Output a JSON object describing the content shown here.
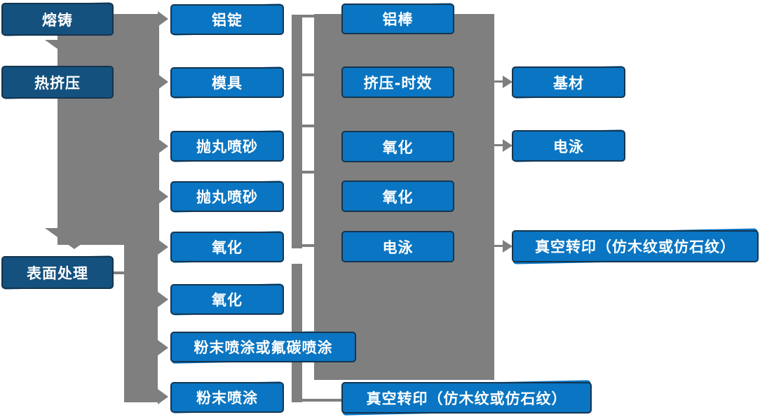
{
  "diagram": {
    "description": "Aluminium profile production process flowchart",
    "columns": [
      {
        "name": "process-stages",
        "nodes": [
          {
            "label": "熔铸"
          },
          {
            "label": "热挤压"
          },
          {
            "label": "表面处理"
          }
        ]
      },
      {
        "name": "stage-outputs-1",
        "nodes": [
          {
            "label": "铝锭"
          },
          {
            "label": "模具"
          },
          {
            "label": "抛丸喷砂"
          },
          {
            "label": "抛丸喷砂"
          },
          {
            "label": "氧化"
          },
          {
            "label": "氧化"
          },
          {
            "label": "粉末喷涂或氟碳喷涂"
          },
          {
            "label": "粉末喷涂"
          }
        ]
      },
      {
        "name": "stage-outputs-2",
        "nodes": [
          {
            "label": "铝棒"
          },
          {
            "label": "挤压-时效"
          },
          {
            "label": "氧化"
          },
          {
            "label": "氧化"
          },
          {
            "label": "电泳"
          },
          {
            "label": "真空转印（仿木纹或仿石纹）"
          }
        ]
      },
      {
        "name": "final-products",
        "nodes": [
          {
            "label": "基材"
          },
          {
            "label": "电泳"
          },
          {
            "label": "真空转印（仿木纹或仿石纹）"
          }
        ]
      }
    ]
  },
  "colors": {
    "node_blue": "#0a75c2",
    "node_dark_blue": "#14517e",
    "border_navy": "#15354f",
    "connector_gray": "#7f7f7f",
    "text_white": "#ffffff"
  }
}
